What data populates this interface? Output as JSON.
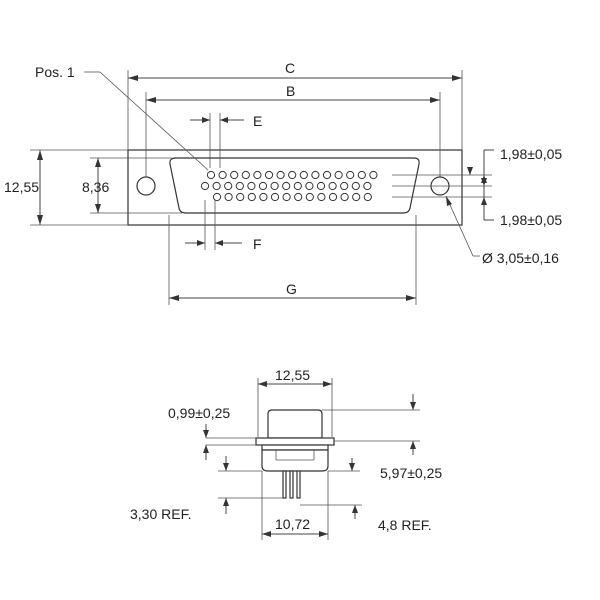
{
  "front_view": {
    "pos1": "Pos. 1",
    "dim_c": "C",
    "dim_b": "B",
    "dim_e": "E",
    "dim_f": "F",
    "dim_g": "G",
    "dim_height_outer": "12,55",
    "dim_height_inner": "8,36",
    "dim_row_top": "1,98±0,05",
    "dim_row_bottom": "1,98±0,05",
    "dim_hole": "Ø 3,05±0,16",
    "pin_rows": [
      15,
      15,
      14
    ]
  },
  "side_view": {
    "dim_width_top": "12,55",
    "dim_flange": "0,99±0,25",
    "dim_height": "5,97±0,25",
    "dim_pin_ref": "3,30 REF.",
    "dim_width_bottom": "10,72",
    "dim_ref": "4,8 REF."
  }
}
